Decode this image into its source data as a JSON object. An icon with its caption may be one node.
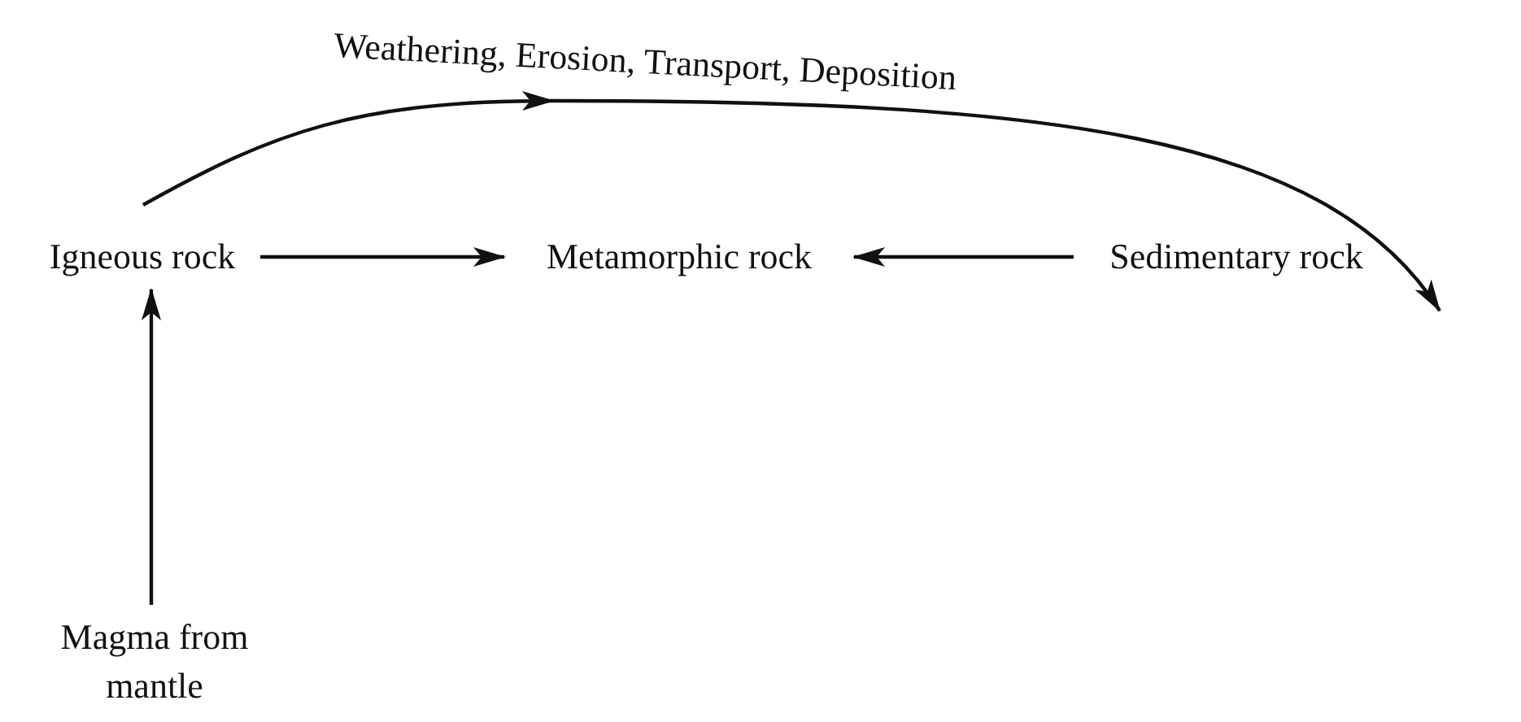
{
  "diagram": {
    "nodes": [
      {
        "text": [
          "Igneous rock"
        ]
      },
      {
        "text": [
          "Metamorphic rock"
        ]
      },
      {
        "text": [
          "Sedimentary rock"
        ]
      },
      {
        "text": [
          "Magma from mantle"
        ]
      }
    ],
    "edges": [
      {
        "from": 0,
        "to": 2,
        "arrow": "to",
        "label": "Weathering, Erosion, Transport, Deposition"
      },
      {
        "from": 0,
        "to": 1,
        "arrow": "to"
      },
      {
        "from": 2,
        "to": 1,
        "arrow": "to"
      },
      {
        "from": 3,
        "to": 0,
        "arrow": "to"
      }
    ]
  }
}
